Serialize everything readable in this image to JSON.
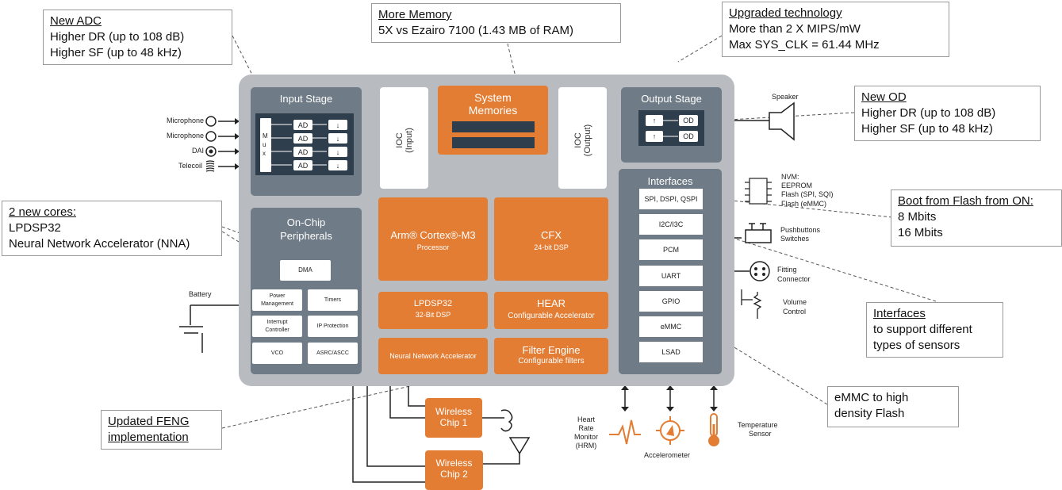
{
  "callouts": {
    "adc": {
      "heading": "New ADC",
      "lines": [
        "Higher DR (up to 108 dB)",
        "Higher SF (up to 48 kHz)"
      ]
    },
    "memory": {
      "heading": "More Memory",
      "lines": [
        "5X vs Ezairo 7100 (1.43 MB of RAM)"
      ]
    },
    "tech": {
      "heading": "Upgraded technology",
      "lines": [
        "More than 2 X MIPS/mW",
        "Max SYS_CLK = 61.44 MHz"
      ]
    },
    "od": {
      "heading": "New OD",
      "lines": [
        "Higher DR (up to 108 dB)",
        "Higher SF (up to 48 kHz)"
      ]
    },
    "cores": {
      "heading": "2 new cores:",
      "lines": [
        "LPDSP32",
        "Neural Network Accelerator (NNA)"
      ]
    },
    "boot": {
      "heading": "Boot from Flash from ON:",
      "lines": [
        "8 Mbits",
        "16 Mbits"
      ]
    },
    "interfaces": {
      "heading": "Interfaces",
      "lines": [
        "to support different",
        "types of sensors"
      ]
    },
    "emmc": {
      "heading": "",
      "lines": [
        "eMMC to high",
        "density Flash"
      ]
    },
    "feng": {
      "heading": "Updated FENG",
      "lines": [
        "implementation"
      ]
    }
  },
  "blocks": {
    "input_stage": "Input Stage",
    "mux": [
      "M",
      "u",
      "x"
    ],
    "ad": "AD",
    "down_arrow": "↓",
    "up_arrow": "↑",
    "ioc_input": [
      "IOC",
      "(Input)"
    ],
    "ioc_output": [
      "IOC",
      "(Output)"
    ],
    "system_memories": [
      "System",
      "Memories"
    ],
    "output_stage": "Output Stage",
    "od": "OD",
    "on_chip": [
      "On-Chip",
      "Peripherals"
    ],
    "dma": "DMA",
    "power": [
      "Power",
      "Management"
    ],
    "timers": "Timers",
    "interrupt": [
      "Interrupt",
      "Controller"
    ],
    "ip_protection": "IP Protection",
    "vco": "VCO",
    "asrc": "ASRC/ASCC",
    "arm": {
      "title": "Arm® Cortex®-M3",
      "sub": "Processor"
    },
    "cfx": {
      "title": "CFX",
      "sub": "24-bit DSP"
    },
    "lpdsp": {
      "title": "LPDSP32",
      "sub": "32-Bit DSP"
    },
    "hear": {
      "title": "HEAR",
      "sub": "Configurable Accelerator"
    },
    "nna": "Neural Network Accelerator",
    "filter": {
      "title": "Filter Engine",
      "sub": "Configurable filters"
    },
    "interfaces": "Interfaces",
    "if_items": [
      "SPI, DSPI, QSPI",
      "I2C/I3C",
      "PCM",
      "UART",
      "GPIO",
      "eMMC",
      "LSAD"
    ],
    "wireless1": [
      "Wireless",
      "Chip 1"
    ],
    "wireless2": [
      "Wireless",
      "Chip 2"
    ]
  },
  "peripherals": {
    "inputs": [
      "Microphone",
      "Microphone",
      "DAI",
      "Telecoil"
    ],
    "battery": "Battery",
    "speaker": "Speaker",
    "nvm": [
      "NVM:",
      "EEPROM",
      "Flash (SPI, SQI)",
      "Flash (eMMC)"
    ],
    "pushbuttons": [
      "Pushbuttons",
      "Switches"
    ],
    "fitting": [
      "Fitting",
      "Connector"
    ],
    "volume": [
      "Volume",
      "Control"
    ],
    "hrm": [
      "Heart",
      "Rate",
      "Monitor",
      "(HRM)"
    ],
    "accelerometer": "Accelerometer",
    "temperature": [
      "Temperature",
      "Sensor"
    ]
  },
  "colors": {
    "chip": "#b8bcc1",
    "block": "#6f7b86",
    "orange": "#e27d33",
    "dark": "#2f3e4c"
  }
}
